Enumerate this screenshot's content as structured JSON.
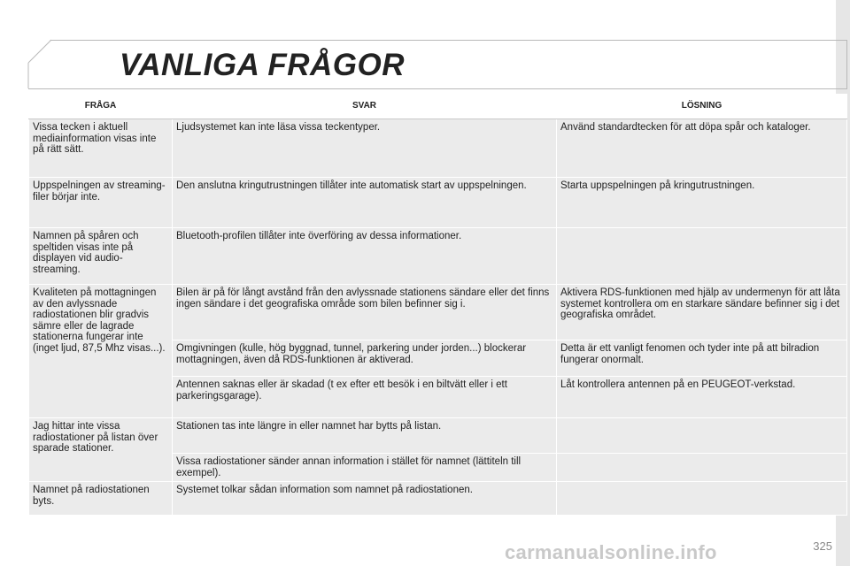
{
  "page": {
    "title": "VANLIGA FRÅGOR",
    "page_number": "325",
    "watermark": "carmanualsonline.info"
  },
  "table": {
    "headers": [
      "FRÅGA",
      "SVAR",
      "LÖSNING"
    ],
    "rows": [
      {
        "question": "Vissa tecken i aktuell mediainformation visas inte på rätt sätt.",
        "answer": "Ljudsystemet kan inte läsa vissa teckentyper.",
        "solution": "Använd standardtecken för att döpa spår och kataloger."
      },
      {
        "question": "Uppspelningen av streaming-filer börjar inte.",
        "answer": "Den anslutna kringutrustningen tillåter inte automatisk start av uppspelningen.",
        "solution": "Starta uppspelningen på kringutrustningen."
      },
      {
        "question": "Namnen på spåren och speltiden visas inte på displayen vid audio-streaming.",
        "answer": "Bluetooth-profilen tillåter inte överföring av dessa informationer.",
        "solution": ""
      },
      {
        "question": "Kvaliteten på mottagningen av den avlyssnade radiostationen blir gradvis sämre eller de lagrade stationerna fungerar inte (inget ljud, 87,5 Mhz visas...).",
        "answers": [
          {
            "answer": "Bilen är på för långt avstånd från den avlyssnade stationens sändare eller det finns ingen sändare i det geografiska område som bilen befinner sig i.",
            "solution": "Aktivera RDS-funktionen med hjälp av undermenyn för att låta systemet kontrollera om en starkare sändare befinner sig i det geografiska området."
          },
          {
            "answer": "Omgivningen (kulle, hög byggnad, tunnel, parkering under jorden...) blockerar mottagningen, även då RDS-funktionen är aktiverad.",
            "solution": "Detta är ett vanligt fenomen och tyder inte på att bilradion fungerar onormalt."
          },
          {
            "answer": "Antennen saknas eller är skadad (t ex efter ett besök i en biltvätt eller i ett parkeringsgarage).",
            "solution": "Låt kontrollera antennen på en PEUGEOT-verkstad."
          }
        ]
      },
      {
        "question": "Jag hittar inte vissa radiostationer på listan över sparade stationer.",
        "answers": [
          {
            "answer": "Stationen tas inte längre in eller namnet har bytts på listan.",
            "solution": ""
          },
          {
            "answer": "Vissa radiostationer sänder annan information i stället för namnet (lättiteln till exempel).",
            "solution": ""
          }
        ]
      },
      {
        "question": "Namnet på radiostationen byts.",
        "answer": "Systemet tolkar sådan information som namnet på radiostationen.",
        "solution": ""
      }
    ]
  }
}
